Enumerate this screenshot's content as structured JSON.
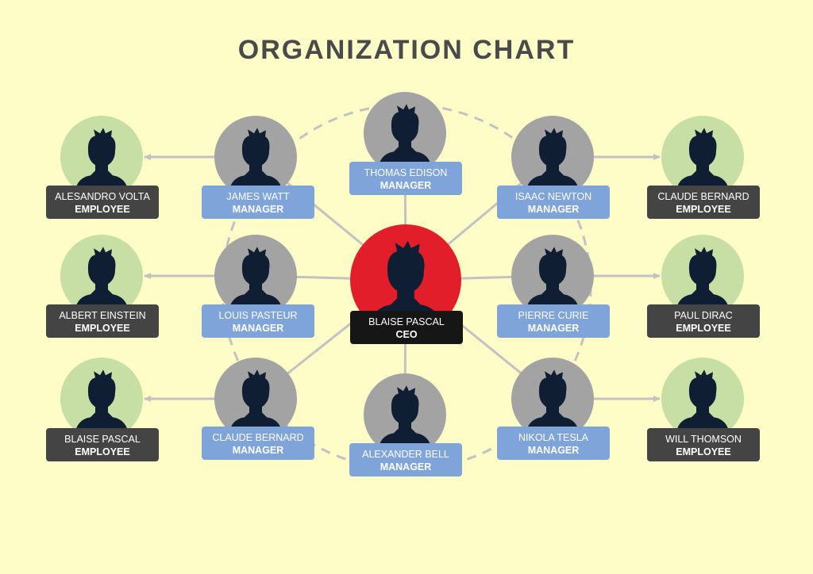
{
  "title": "ORGANIZATION CHART",
  "colors": {
    "background": "#FEFCC7",
    "ceo_circle": "#E31E2B",
    "manager_circle": "#A3A3A3",
    "employee_circle": "#C7DFA4",
    "ceo_label": "#161616",
    "manager_label": "#7EA4D9",
    "employee_label": "#444444",
    "silhouette": "#0F1E33",
    "connector": "#C2C2C2",
    "title": "#4A4A4A"
  },
  "ceo": {
    "name": "BLAISE PASCAL",
    "role": "CEO"
  },
  "managers": [
    {
      "name": "THOMAS EDISON",
      "role": "MANAGER"
    },
    {
      "name": "JAMES WATT",
      "role": "MANAGER"
    },
    {
      "name": "ISAAC NEWTON",
      "role": "MANAGER"
    },
    {
      "name": "LOUIS PASTEUR",
      "role": "MANAGER"
    },
    {
      "name": "PIERRE CURIE",
      "role": "MANAGER"
    },
    {
      "name": "CLAUDE BERNARD",
      "role": "MANAGER"
    },
    {
      "name": "NIKOLA TESLA",
      "role": "MANAGER"
    },
    {
      "name": "ALEXANDER BELL",
      "role": "MANAGER"
    }
  ],
  "employees": [
    {
      "name": "ALESANDRO VOLTA",
      "role": "EMPLOYEE"
    },
    {
      "name": "CLAUDE BERNARD",
      "role": "EMPLOYEE"
    },
    {
      "name": "ALBERT EINSTEIN",
      "role": "EMPLOYEE"
    },
    {
      "name": "PAUL DIRAC",
      "role": "EMPLOYEE"
    },
    {
      "name": "BLAISE PASCAL",
      "role": "EMPLOYEE"
    },
    {
      "name": "WILL THOMSON",
      "role": "EMPLOYEE"
    }
  ]
}
